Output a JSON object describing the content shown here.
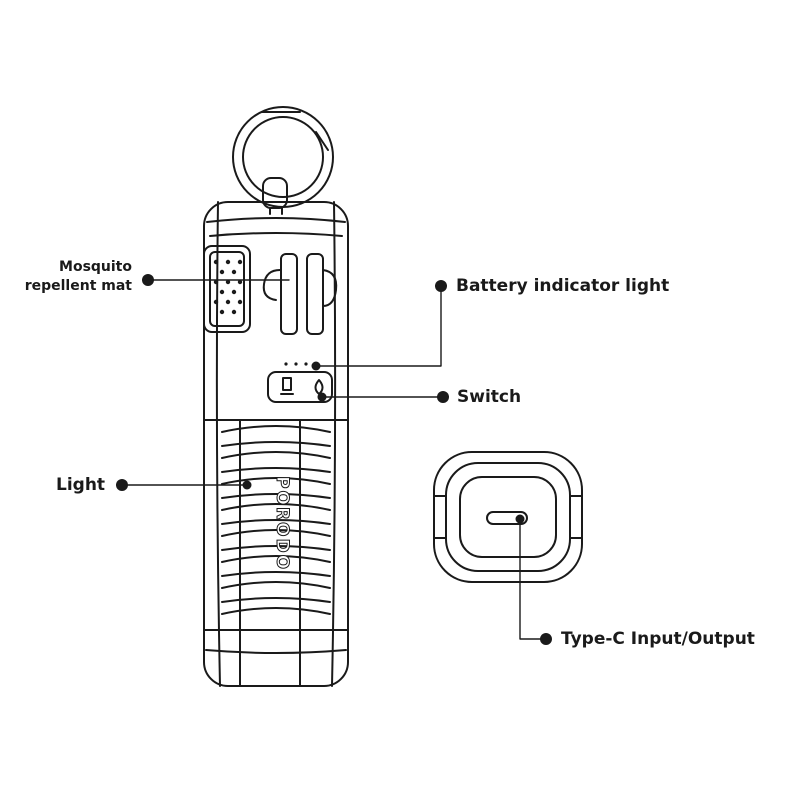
{
  "labels": {
    "mosquito_mat_line1": "Mosquito",
    "mosquito_mat_line2": "repellent mat",
    "battery_indicator": "Battery indicator light",
    "switch": "Switch",
    "light": "Light",
    "type_c": "Type-C Input/Output"
  },
  "device": {
    "brand_text": "PORODO"
  },
  "colors": {
    "line": "#1a1a1a",
    "background": "#ffffff"
  }
}
